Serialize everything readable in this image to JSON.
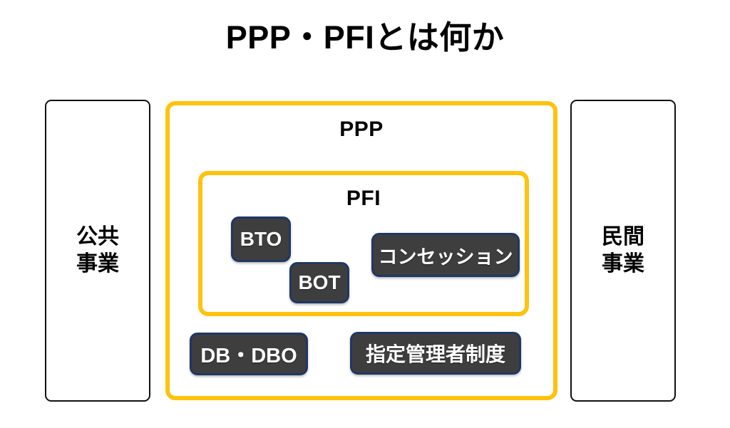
{
  "title": "PPP・PFIとは何か",
  "colors": {
    "frame_yellow": "#FFC20E",
    "chip_fill": "#3E3E3E",
    "chip_border": "#1F3864",
    "side_box_border": "#111111",
    "text_dark": "#000000",
    "text_light": "#FFFFFF",
    "background": "#FFFFFF"
  },
  "side_boxes": {
    "left": {
      "label": "公共\n事業"
    },
    "right": {
      "label": "民間\n事業"
    }
  },
  "frames": {
    "outer": {
      "label": "PPP"
    },
    "inner": {
      "label": "PFI"
    }
  },
  "chips": {
    "pfi": [
      {
        "label": "BTO"
      },
      {
        "label": "BOT"
      },
      {
        "label": "コンセッション"
      }
    ],
    "ppp": [
      {
        "label": "DB・DBO"
      },
      {
        "label": "指定管理者制度"
      }
    ]
  },
  "chart_data": {
    "type": "diagram",
    "diagram_kind": "nested-containment",
    "title": "PPP・PFIとは何か",
    "description": "Nested set diagram placing PFI inside PPP, flanked by public works and private business boxes.",
    "nodes": [
      {
        "id": "public",
        "label": "公共\n事業",
        "level": "outside-left",
        "style": "outline-box"
      },
      {
        "id": "private",
        "label": "民間\n事業",
        "level": "outside-right",
        "style": "outline-box"
      },
      {
        "id": "ppp",
        "label": "PPP",
        "level": "outer-container",
        "style": "yellow-frame"
      },
      {
        "id": "pfi",
        "label": "PFI",
        "level": "inner-container",
        "parent": "ppp",
        "style": "yellow-frame"
      },
      {
        "id": "bto",
        "label": "BTO",
        "level": "leaf",
        "parent": "pfi",
        "style": "dark-chip"
      },
      {
        "id": "bot",
        "label": "BOT",
        "level": "leaf",
        "parent": "pfi",
        "style": "dark-chip"
      },
      {
        "id": "concession",
        "label": "コンセッション",
        "level": "leaf",
        "parent": "pfi",
        "style": "dark-chip"
      },
      {
        "id": "db-dbo",
        "label": "DB・DBO",
        "level": "leaf",
        "parent": "ppp",
        "style": "dark-chip"
      },
      {
        "id": "shitei",
        "label": "指定管理者制度",
        "level": "leaf",
        "parent": "ppp",
        "style": "dark-chip"
      }
    ],
    "containment": {
      "PPP": [
        "PFI",
        "DB・DBO",
        "指定管理者制度"
      ],
      "PFI": [
        "BTO",
        "BOT",
        "コンセッション"
      ]
    }
  }
}
